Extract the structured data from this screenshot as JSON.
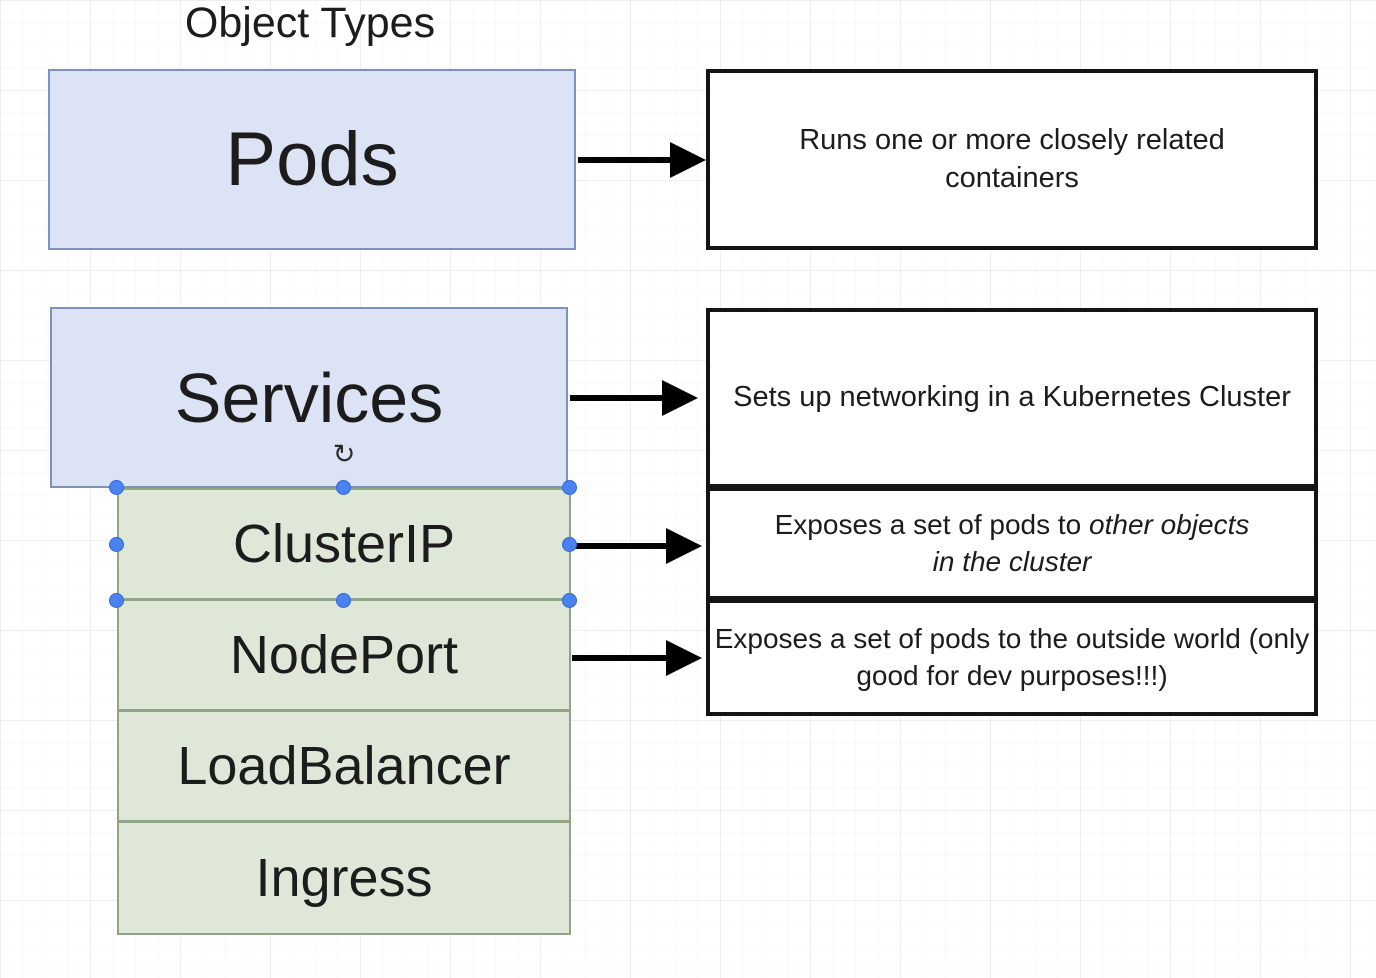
{
  "canvas": {
    "title": "Object Types"
  },
  "shapes": {
    "pods": {
      "label": "Pods"
    },
    "services": {
      "label": "Services"
    },
    "cluster_ip": {
      "label": "ClusterIP"
    },
    "node_port": {
      "label": "NodePort"
    },
    "load_balancer": {
      "label": "LoadBalancer"
    },
    "ingress": {
      "label": "Ingress"
    }
  },
  "descriptions": {
    "pods": "Runs one or more closely related containers",
    "services": "Sets up networking in a Kubernetes Cluster",
    "cluster_ip_normal": "Exposes a set of pods to ",
    "cluster_ip_italic": "other objects in the cluster",
    "node_port": "Exposes a set of pods to the outside world (only good for dev purposes!!!)"
  },
  "selection": {
    "selected_shape": "ClusterIP",
    "rotation_icon": "↻"
  },
  "colors": {
    "blue_shape_fill": "#dbe3f5",
    "blue_shape_stroke": "#8091bc",
    "green_shape_fill": "#dfe8d8",
    "green_shape_stroke": "#90a682",
    "description_box_fill": "#ffffff",
    "description_box_stroke": "#141414",
    "arrow_color": "#000000",
    "selection_handle_fill": "#4a83ef",
    "selection_handle_stroke": "#3367d6",
    "text_color": "#1c1c1c"
  }
}
